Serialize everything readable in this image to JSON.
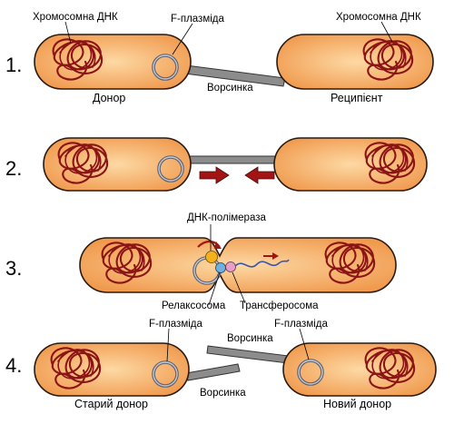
{
  "colors": {
    "cell_fill_outer": "#f09a4e",
    "cell_fill_inner": "#fdd9a4",
    "cell_outline": "#2a1a10",
    "chromosome": "#8b1414",
    "plasmid_outer": "#5a6070",
    "plasmid_inner": "#c8c8d4",
    "pilus": "#8c8c8c",
    "arrow": "#a31515",
    "dna_polymerase": "#f3b21c",
    "relaxosome": "#6fb0e0",
    "transferosome": "#e6a0c8",
    "transfer_strand": "#3a56a8"
  },
  "steps": [
    {
      "number": "1.",
      "labels": {
        "chromosome_left": "Хромосомна ДНК",
        "plasmid": "F-плазміда",
        "chromosome_right": "Хромосомна ДНК",
        "donor": "Донор",
        "pilus": "Ворсинка",
        "recipient": "Реципієнт"
      }
    },
    {
      "number": "2."
    },
    {
      "number": "3.",
      "labels": {
        "dna_polymerase": "ДНК-полімераза",
        "relaxosome": "Релаксосома",
        "transferosome": "Трансферосома"
      }
    },
    {
      "number": "4.",
      "labels": {
        "plasmid_left": "F-плазміда",
        "plasmid_right": "F-плазміда",
        "pilus_top": "Ворсинка",
        "pilus_bottom": "Ворсинка",
        "old_donor": "Старий донор",
        "new_donor": "Новий донор"
      }
    }
  ]
}
